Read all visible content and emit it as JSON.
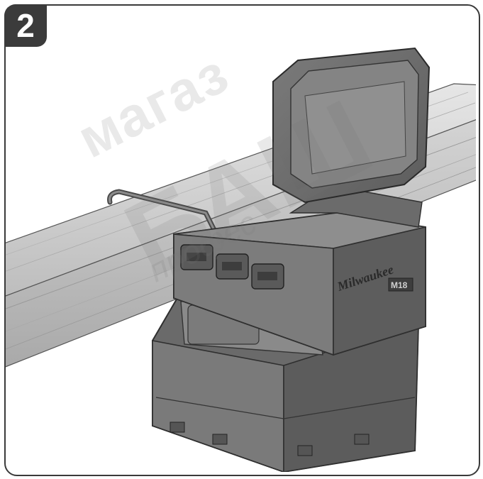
{
  "step": {
    "number": "2"
  },
  "watermark": {
    "line1": "магаз",
    "line2": "БАШ",
    "line3": "профес"
  },
  "device": {
    "brand_logo": "Milwaukee",
    "model_badge": "M18"
  },
  "colors": {
    "frame": "#3a3a3a",
    "badge": "#3b3b3b",
    "device_body": "#6f6f6f",
    "device_dark": "#4a4a4a",
    "rail": "#cfcfcf"
  }
}
